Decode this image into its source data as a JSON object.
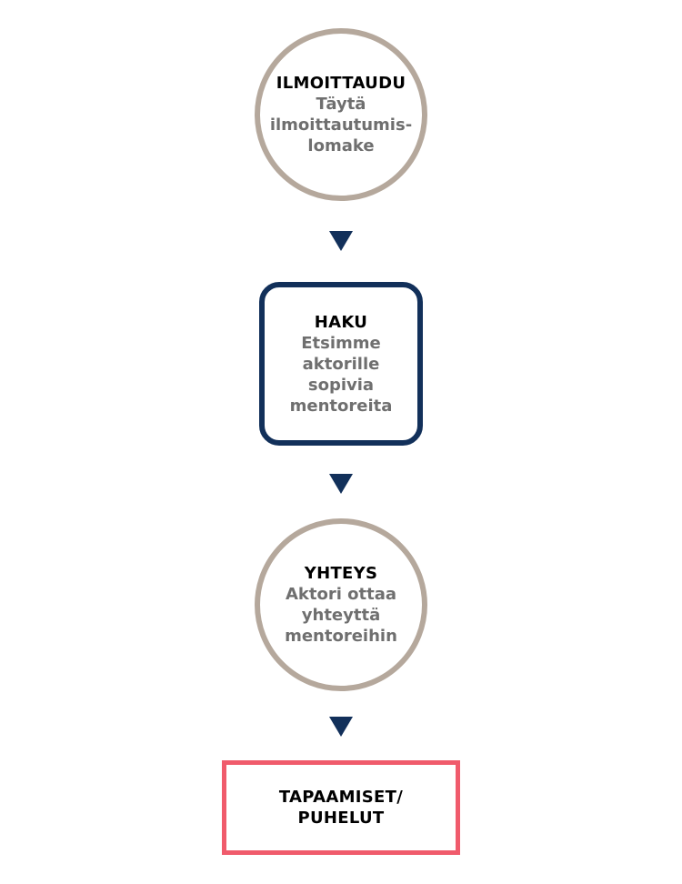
{
  "steps": [
    {
      "title": "ILMOITTAUDU",
      "description_lines": [
        "Täytä",
        "ilmoittautumis-",
        "lomake"
      ]
    },
    {
      "title": "HAKU",
      "description_lines": [
        "Etsimme",
        "aktorille",
        "sopivia",
        "mentoreita"
      ]
    },
    {
      "title": "YHTEYS",
      "description_lines": [
        "Aktori ottaa",
        "yhteyttä",
        "mentoreihin"
      ]
    },
    {
      "title_lines": [
        "TAPAAMISET/",
        "PUHELUT"
      ]
    }
  ],
  "colors": {
    "circle_border": "#b5a89c",
    "rounded_border": "#12305a",
    "rect_border": "#f05b6c",
    "arrow": "#12305a",
    "title_text": "#000000",
    "description_text": "#6f6f6f"
  },
  "icons": [
    "arrow-down-icon",
    "arrow-down-icon",
    "arrow-down-icon"
  ]
}
